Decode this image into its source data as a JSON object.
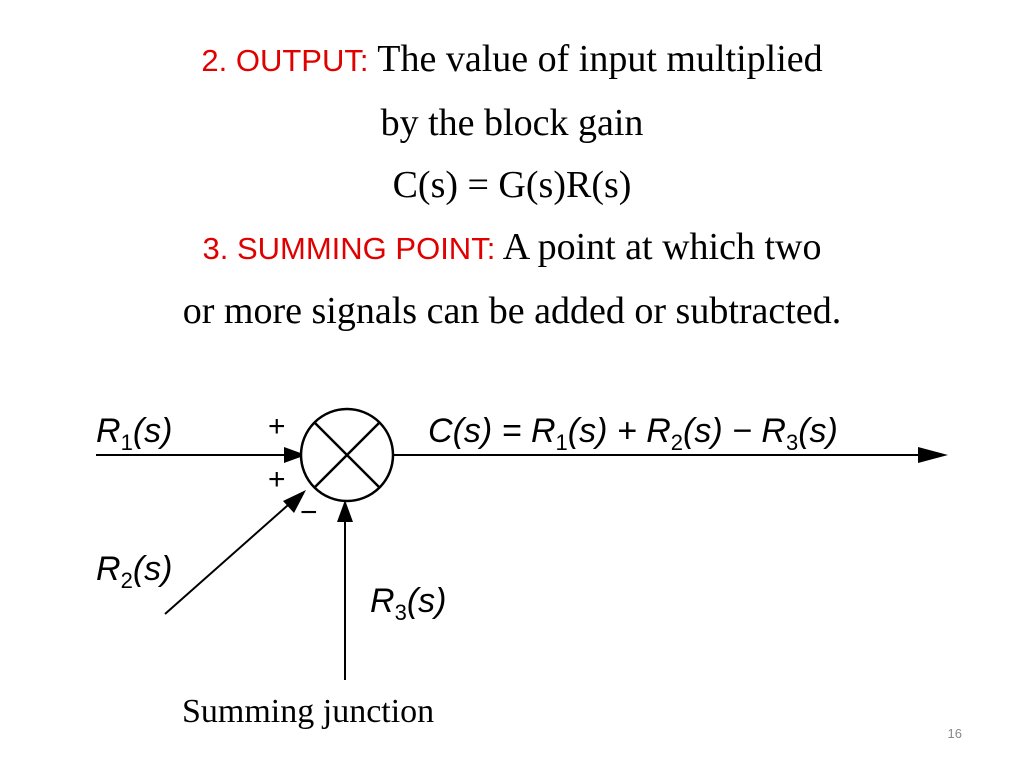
{
  "slide": {
    "output": {
      "label": "2. OUTPUT:",
      "text_line1": "The value of input multiplied",
      "text_line2": "by the block gain",
      "formula": "C(s) = G(s)R(s)"
    },
    "summing_point": {
      "label": "3. SUMMING POINT:",
      "text_line1": "A point at which two",
      "text_line2": "or more signals can be added or subtracted."
    },
    "page_number": "16"
  },
  "diagram": {
    "input1": {
      "var": "R",
      "sub": "1",
      "arg": "(s)"
    },
    "input2": {
      "var": "R",
      "sub": "2",
      "arg": "(s)"
    },
    "input3": {
      "var": "R",
      "sub": "3",
      "arg": "(s)"
    },
    "output_eq": {
      "c": "C",
      "c_arg": "(s) = ",
      "r1": "R",
      "r1_sub": "1",
      "r1_arg": "(s) + ",
      "r2": "R",
      "r2_sub": "2",
      "r2_arg": "(s) − ",
      "r3": "R",
      "r3_sub": "3",
      "r3_arg": "(s)"
    },
    "sign_top": "+",
    "sign_mid": "+",
    "sign_minus": "−",
    "caption": "Summing junction"
  }
}
